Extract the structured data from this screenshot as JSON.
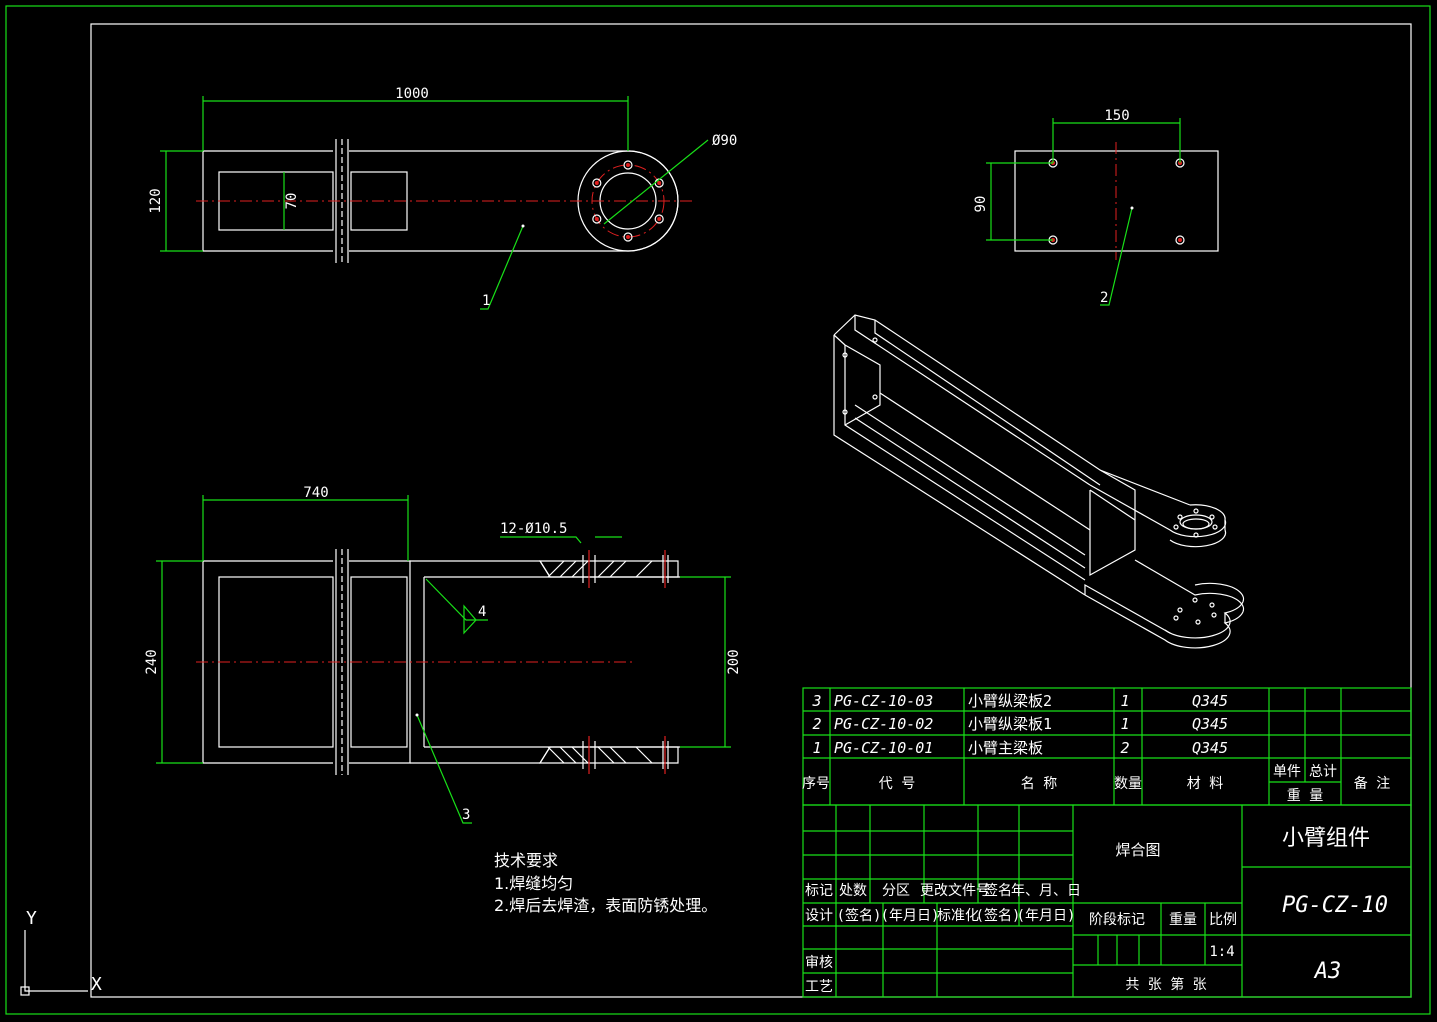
{
  "dimensions": {
    "top_length": "1000",
    "top_height": "120",
    "top_inner": "70",
    "flange_dia": "Ø90",
    "plate2_width": "150",
    "plate2_height": "90",
    "bottom_length": "740",
    "bottom_height": "240",
    "bottom_inner": "200",
    "holes": "12-Ø10.5",
    "weld_size": "4"
  },
  "callouts": [
    "1",
    "2",
    "3"
  ],
  "tech_requirements": {
    "title": "技术要求",
    "items": [
      "1.焊缝均匀",
      "2.焊后去焊渣，表面防锈处理。"
    ]
  },
  "bom": {
    "rows": [
      {
        "seq": "3",
        "code": "PG-CZ-10-03",
        "name": "小臂纵梁板2",
        "qty": "1",
        "material": "Q345"
      },
      {
        "seq": "2",
        "code": "PG-CZ-10-02",
        "name": "小臂纵梁板1",
        "qty": "1",
        "material": "Q345"
      },
      {
        "seq": "1",
        "code": "PG-CZ-10-01",
        "name": "小臂主梁板",
        "qty": "2",
        "material": "Q345"
      }
    ],
    "headers": {
      "seq": "序号",
      "code": "代 号",
      "name": "名 称",
      "qty": "数量",
      "material": "材 料",
      "unit_weight": "单件",
      "total_weight": "总计",
      "weight": "重 量",
      "remarks": "备 注"
    }
  },
  "title_block": {
    "labels": {
      "mark": "标记",
      "count": "处数",
      "zone": "分区",
      "change_doc": "更改文件号",
      "sign": "签名",
      "date": "年、月、日",
      "design": "设计",
      "sign_paren": "(签名)",
      "date_paren": "(年月日)",
      "standard": "标准化",
      "sign_paren2": "(签名)",
      "date_paren2": "(年月日)",
      "review": "审核",
      "process": "工艺",
      "stage": "阶段标记",
      "weight": "重量",
      "scale": "比例"
    },
    "drawing_type": "焊合图",
    "part_name": "小臂组件",
    "drawing_no": "PG-CZ-10",
    "scale_value": "1:4",
    "sheet_info": "共 张 第 张",
    "paper_size": "A3"
  },
  "ucs": {
    "x": "X",
    "y": "Y"
  }
}
